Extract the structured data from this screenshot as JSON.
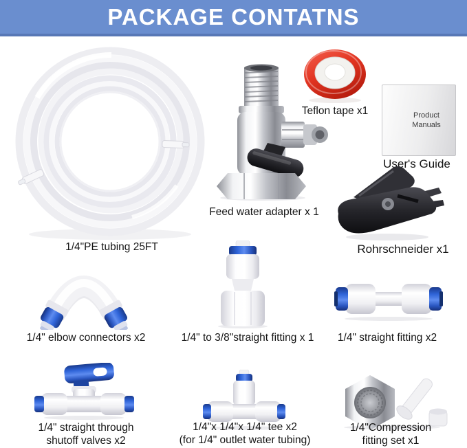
{
  "header": {
    "title": "PACKAGE CONTATNS"
  },
  "colors": {
    "banner_blue": "#6a8ecf",
    "banner_edge": "#5878b6",
    "fitting_blue": "#2f64d8",
    "tape_red": "#e23522",
    "label_text": "#141414"
  },
  "items": {
    "tubing": {
      "label": "1/4\"PE tubing 25FT"
    },
    "adapter": {
      "label": "Feed water adapter x 1"
    },
    "teflon": {
      "label": "Teflon tape x1"
    },
    "guide": {
      "label": "User's Guide",
      "cover": "Product Manuals"
    },
    "cutter": {
      "label": "Rohrschneider x1"
    },
    "elbow": {
      "label": "1/4\" elbow connectors x2"
    },
    "straight38": {
      "label": "1/4\" to 3/8\"straight fitting x 1"
    },
    "straight": {
      "label": "1/4\" straight fitting x2"
    },
    "shutoff": {
      "line1": "1/4\" straight through",
      "line2": "shutoff valves x2"
    },
    "tee": {
      "line1": "1/4\"x 1/4\"x 1/4\" tee x2",
      "line2": "(for 1/4\" outlet water tubing)"
    },
    "compression": {
      "line1": "1/4\"Compression",
      "line2": "fitting set x1"
    }
  }
}
